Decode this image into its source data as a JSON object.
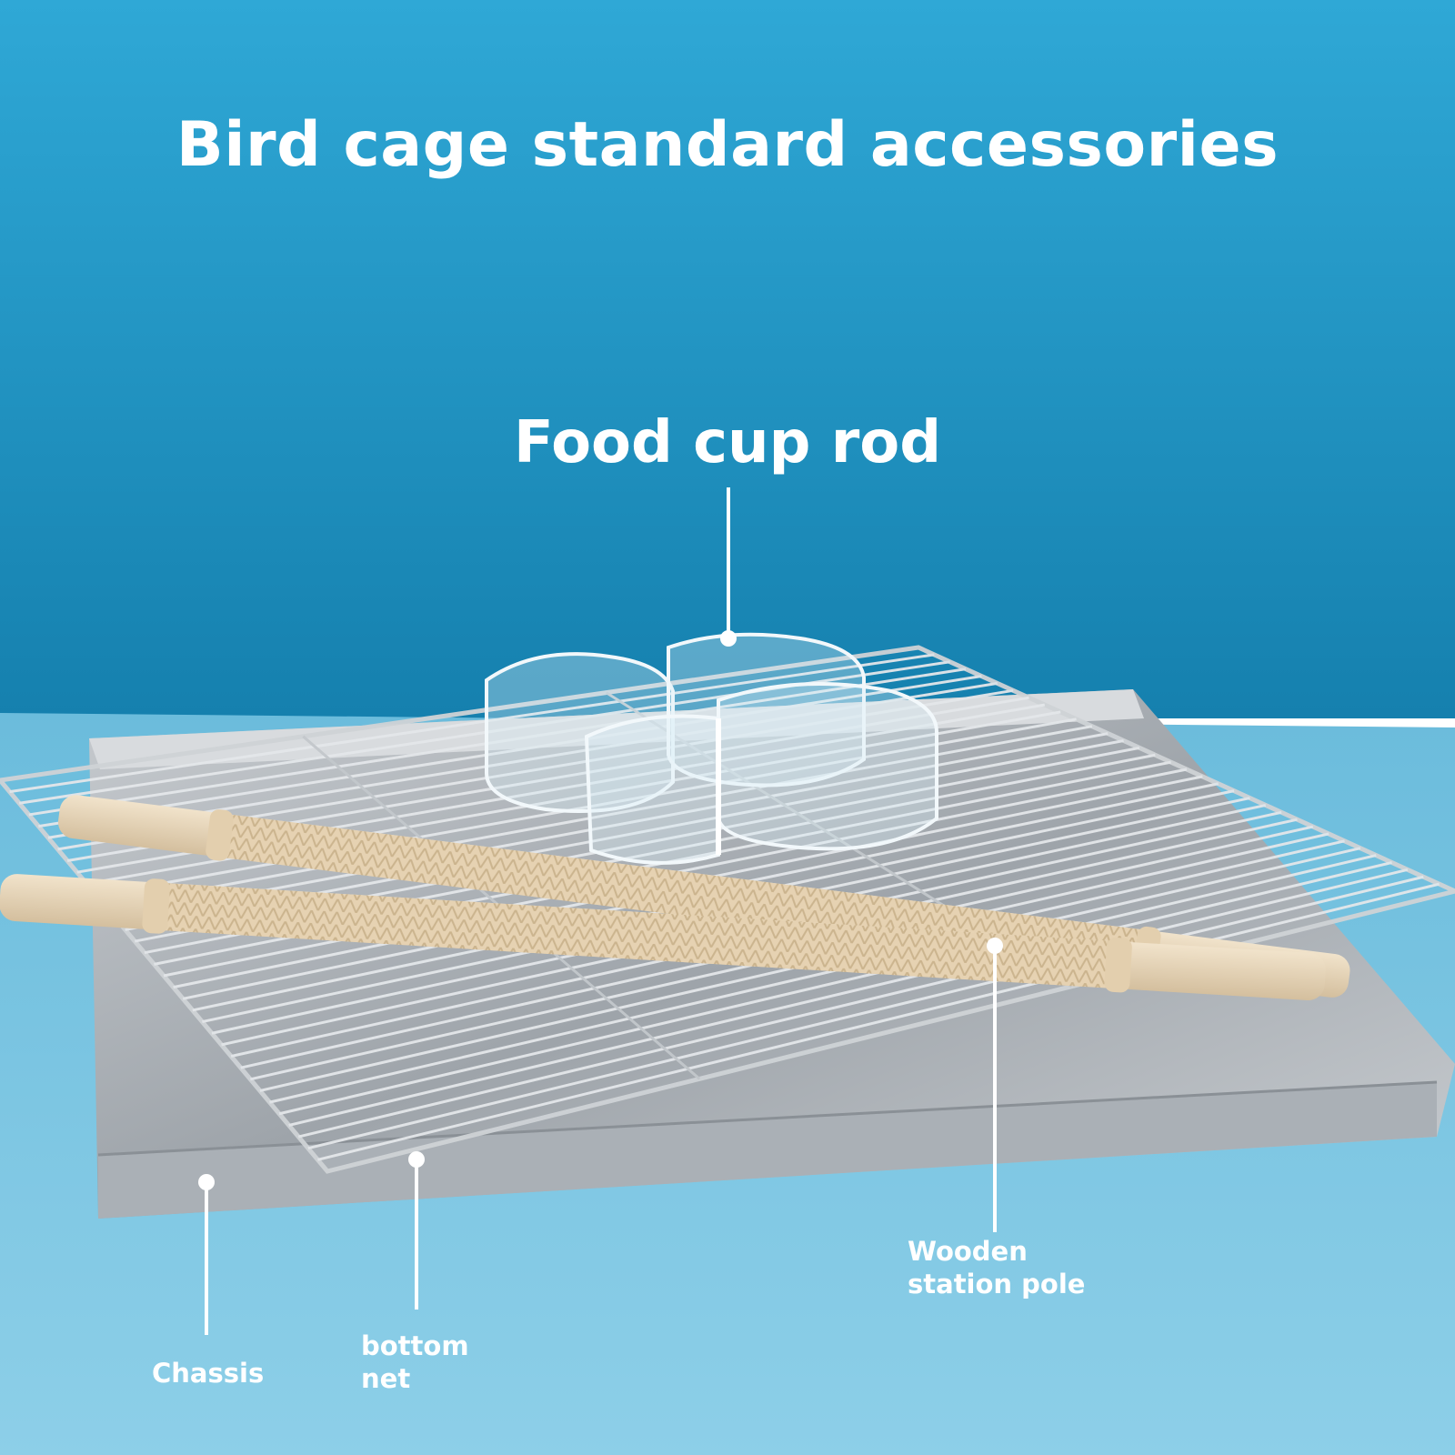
{
  "title": "Bird cage standard accessories",
  "labels": {
    "food_cup_rod": "Food cup rod",
    "wooden_station_pole": "Wooden\nstation pole",
    "bottom_net": "bottom\nnet",
    "chassis": "Chassis"
  },
  "colors": {
    "wall_top": "#2ea6d4",
    "wall_bottom": "#1482b0",
    "tablecloth": "#7cc6e2",
    "label_text": "#ffffff",
    "tray_metal": "#b8bcc0",
    "wood": "#e8d7bd"
  }
}
